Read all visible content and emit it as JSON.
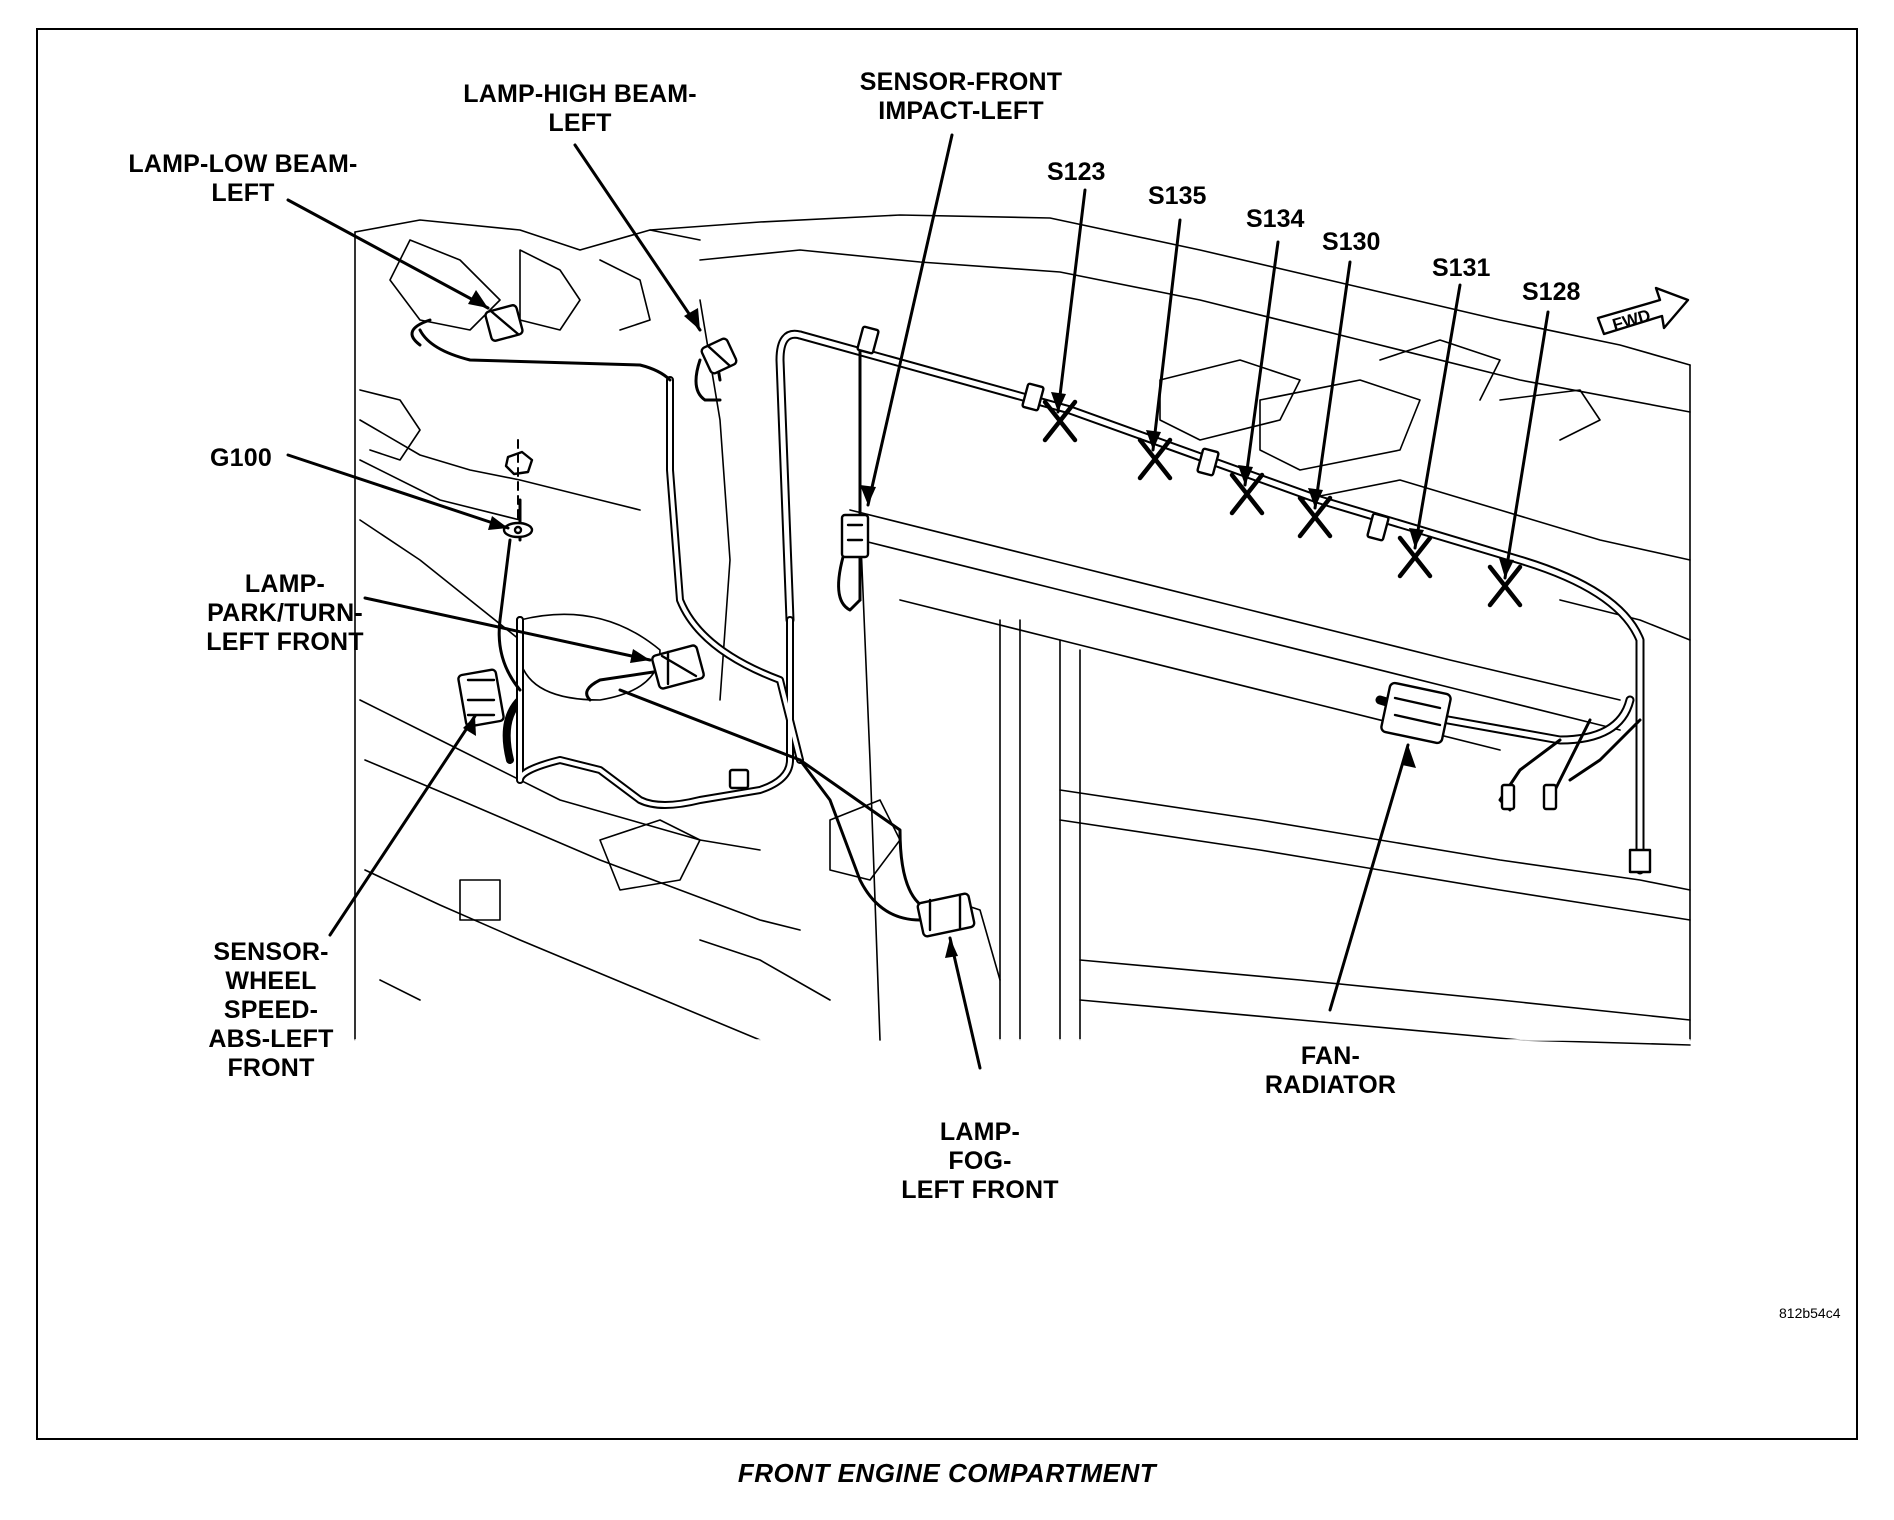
{
  "figure": {
    "caption": "FRONT ENGINE COMPARTMENT",
    "figure_id": "812b54c4",
    "direction_badge": "FWD"
  },
  "components": [
    {
      "id": "lamp-low-beam-left",
      "label": "LAMP-LOW BEAM-\nLEFT"
    },
    {
      "id": "lamp-high-beam-left",
      "label": "LAMP-HIGH BEAM-\nLEFT"
    },
    {
      "id": "sensor-front-impact-left",
      "label": "SENSOR-FRONT\nIMPACT-LEFT"
    },
    {
      "id": "g100",
      "label": "G100"
    },
    {
      "id": "lamp-park-turn-left-front",
      "label": "LAMP-\nPARK/TURN-\nLEFT FRONT"
    },
    {
      "id": "sensor-wheel-speed-abs-left-front",
      "label": "SENSOR-\nWHEEL\nSPEED-\nABS-LEFT\nFRONT"
    },
    {
      "id": "lamp-fog-left-front",
      "label": "LAMP-\nFOG-\nLEFT FRONT"
    },
    {
      "id": "fan-radiator",
      "label": "FAN-\nRADIATOR"
    }
  ],
  "splices": [
    "S123",
    "S135",
    "S134",
    "S130",
    "S131",
    "S128"
  ]
}
